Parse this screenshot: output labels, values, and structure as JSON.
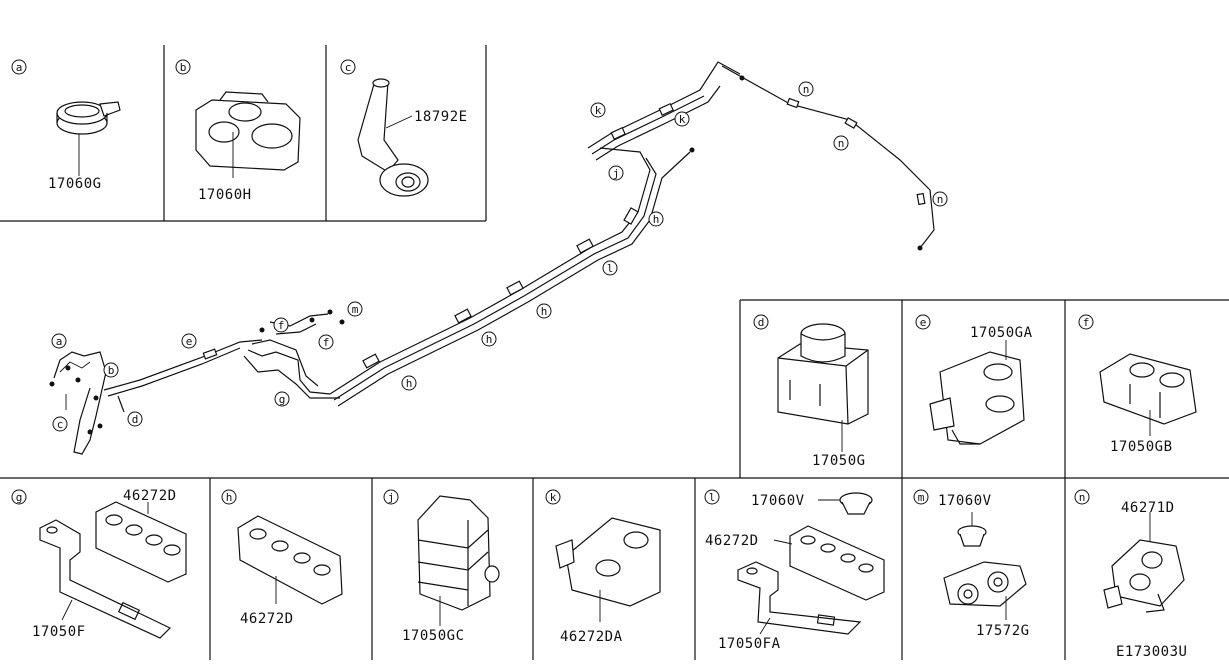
{
  "diagram_code": "E173003U",
  "panels": {
    "a": {
      "letter": "a",
      "part": "17060G"
    },
    "b": {
      "letter": "b",
      "part": "17060H"
    },
    "c": {
      "letter": "c",
      "part": "18792E"
    },
    "d": {
      "letter": "d",
      "part": "17050G"
    },
    "e": {
      "letter": "e",
      "part": "17050GA"
    },
    "f": {
      "letter": "f",
      "part": "17050GB"
    },
    "g": {
      "letter": "g",
      "part_top": "46272D",
      "part_bottom": "17050F"
    },
    "h": {
      "letter": "h",
      "part": "46272D"
    },
    "j": {
      "letter": "j",
      "part": "17050GC"
    },
    "k": {
      "letter": "k",
      "part": "46272DA"
    },
    "l": {
      "letter": "l",
      "part_top": "17060V",
      "part_mid": "46272D",
      "part_bottom": "17050FA"
    },
    "m": {
      "letter": "m",
      "part_top": "17060V",
      "part_bottom": "17572G"
    },
    "n": {
      "letter": "n",
      "part": "46271D"
    }
  },
  "callouts": {
    "main_a": "a",
    "main_b": "b",
    "main_c": "c",
    "main_d": "d",
    "main_e": "e",
    "main_f1": "f",
    "main_f2": "f",
    "main_m": "m",
    "main_g": "g",
    "main_h1": "h",
    "main_h2": "h",
    "main_h3": "h",
    "main_h4": "h",
    "main_l": "l",
    "main_j": "j",
    "main_k1": "k",
    "main_k2": "k",
    "main_n1": "n",
    "main_n2": "n",
    "main_n3": "n"
  }
}
